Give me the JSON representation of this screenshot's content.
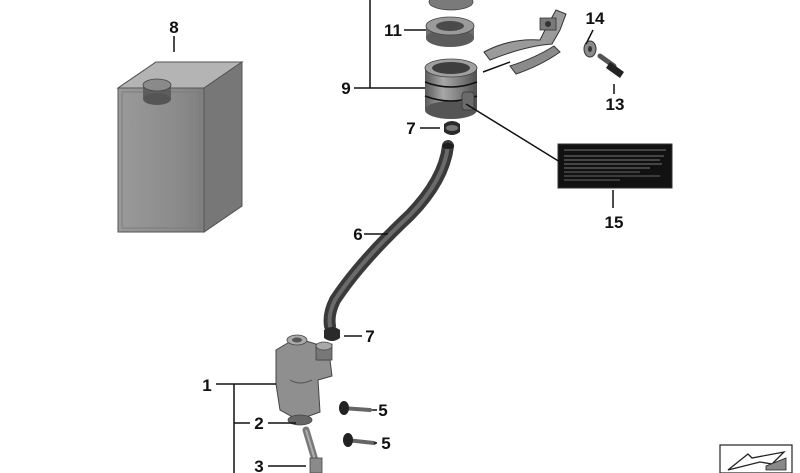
{
  "callouts": {
    "c1": "1",
    "c2": "2",
    "c3": "3",
    "c5a": "5",
    "c5b": "5",
    "c6": "6",
    "c7a": "7",
    "c7b": "7",
    "c8": "8",
    "c9": "9",
    "c11": "11",
    "c13": "13",
    "c14": "14",
    "c15": "15"
  },
  "colors": {
    "part_fill": "#8c8c8c",
    "part_light": "#b5b5b5",
    "part_dark": "#4a4a4a",
    "line": "#111111",
    "label_bg": "#111111"
  },
  "icons": [
    "part-catalog-icon"
  ]
}
